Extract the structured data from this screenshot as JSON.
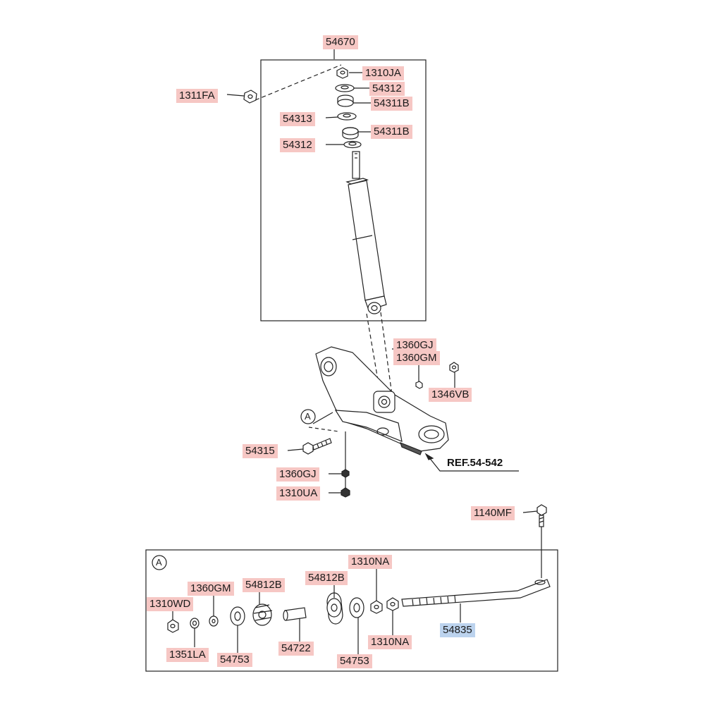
{
  "diagram": {
    "labels": {
      "p54670": "54670",
      "p1310JA": "1310JA",
      "p1311FA": "1311FA",
      "p54312_top": "54312",
      "p54311B_top": "54311B",
      "p54313": "54313",
      "p54311B_mid": "54311B",
      "p54312_mid": "54312",
      "p1360GJ_upper": "1360GJ",
      "p1360GM_upper": "1360GM",
      "p1346VB": "1346VB",
      "p54315": "54315",
      "p1360GJ_lower": "1360GJ",
      "p1310UA": "1310UA",
      "p1140MF": "1140MF",
      "p1310NA_top": "1310NA",
      "p1360GM_lower": "1360GM",
      "p54812B_left": "54812B",
      "p54812B_right": "54812B",
      "p1310WD": "1310WD",
      "p1351LA": "1351LA",
      "p54753_left": "54753",
      "p54722": "54722",
      "p54753_right": "54753",
      "p1310NA_bottom": "1310NA",
      "p54835": "54835"
    },
    "reference": "REF.54-542",
    "callout_letter": "A",
    "colors": {
      "label_bg": "#f6c7c4",
      "highlight_bg": "#bcd3ee",
      "line": "#222222"
    }
  }
}
